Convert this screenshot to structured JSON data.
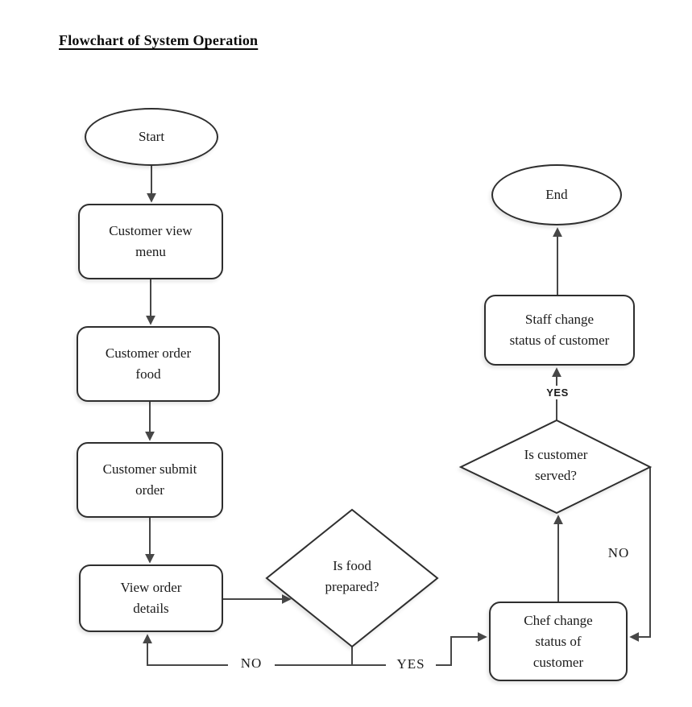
{
  "page": {
    "title": "Flowchart of System Operation"
  },
  "diagram": {
    "type": "flowchart",
    "colors": {
      "stroke": "#2e2e2e",
      "connector": "#474747",
      "fill": "#ffffff",
      "text": "#1a1a1a"
    },
    "nodes": {
      "start": {
        "shape": "terminator",
        "label": "Start",
        "lines": [
          "Start"
        ]
      },
      "view_menu": {
        "shape": "process",
        "label": "Customer view menu",
        "lines": [
          "Customer view",
          "menu"
        ]
      },
      "order_food": {
        "shape": "process",
        "label": "Customer order food",
        "lines": [
          "Customer order",
          "food"
        ]
      },
      "submit_order": {
        "shape": "process",
        "label": "Customer submit order",
        "lines": [
          "Customer submit",
          "order"
        ]
      },
      "view_details": {
        "shape": "process",
        "label": "View order details",
        "lines": [
          "View order",
          "details"
        ]
      },
      "food_prepared": {
        "shape": "decision",
        "label": "Is food prepared?",
        "lines": [
          "Is food",
          "prepared?"
        ]
      },
      "chef_change": {
        "shape": "process",
        "label": "Chef change status of customer",
        "lines": [
          "Chef change",
          "status of",
          "customer"
        ]
      },
      "customer_served": {
        "shape": "decision",
        "label": "Is customer served?",
        "lines": [
          "Is customer",
          "served?"
        ]
      },
      "staff_change": {
        "shape": "process",
        "label": "Staff change status of customer",
        "lines": [
          "Staff change",
          "status of customer"
        ]
      },
      "end": {
        "shape": "terminator",
        "label": "End",
        "lines": [
          "End"
        ]
      }
    },
    "edges": [
      {
        "from": "start",
        "to": "view_menu",
        "label": ""
      },
      {
        "from": "view_menu",
        "to": "order_food",
        "label": ""
      },
      {
        "from": "order_food",
        "to": "submit_order",
        "label": ""
      },
      {
        "from": "submit_order",
        "to": "view_details",
        "label": ""
      },
      {
        "from": "view_details",
        "to": "food_prepared",
        "label": ""
      },
      {
        "from": "food_prepared",
        "to": "view_details",
        "label": "NO"
      },
      {
        "from": "food_prepared",
        "to": "chef_change",
        "label": "YES"
      },
      {
        "from": "chef_change",
        "to": "customer_served",
        "label": ""
      },
      {
        "from": "customer_served",
        "to": "chef_change",
        "label": "NO"
      },
      {
        "from": "customer_served",
        "to": "staff_change",
        "label": "YES"
      },
      {
        "from": "staff_change",
        "to": "end",
        "label": ""
      }
    ]
  }
}
